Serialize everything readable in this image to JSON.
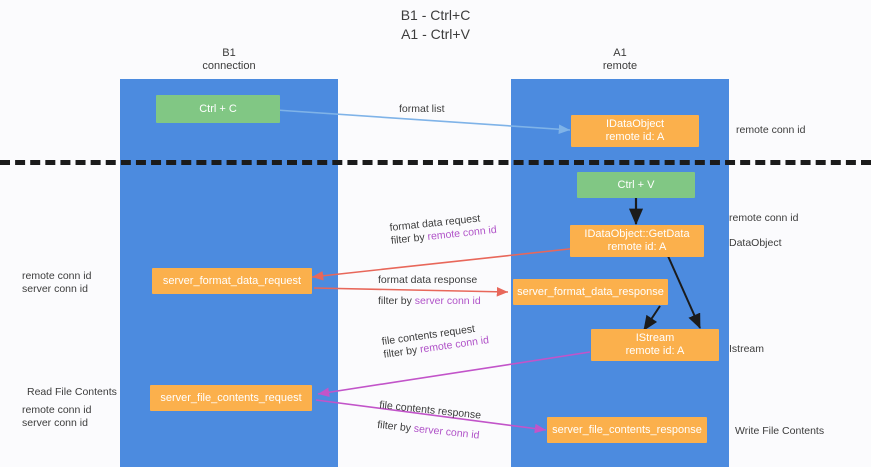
{
  "title": {
    "line1": "B1 - Ctrl+C",
    "line2": "A1 - Ctrl+V"
  },
  "lanes": [
    {
      "name": "B1",
      "role": "connection"
    },
    {
      "name": "A1",
      "role": "remote"
    }
  ],
  "boxes": {
    "ctrl_c": {
      "label": "Ctrl + C"
    },
    "ctrl_v": {
      "label": "Ctrl + V"
    },
    "idataobject": {
      "line1": "IDataObject",
      "line2": "remote id: A"
    },
    "getdata": {
      "line1": "IDataObject::GetData",
      "line2": "remote id: A"
    },
    "istream": {
      "line1": "IStream",
      "line2": "remote id: A"
    },
    "server_format_data_request": {
      "label": "server_format_data_request"
    },
    "server_format_data_response": {
      "label": "server_format_data_response"
    },
    "server_file_contents_request": {
      "label": "server_file_contents_request"
    },
    "server_file_contents_response": {
      "label": "server_file_contents_response"
    }
  },
  "edges": {
    "format_list": {
      "label": "format list"
    },
    "format_data_request": {
      "label": "format data request",
      "filter_prefix": "filter by ",
      "filter_key": "remote conn id"
    },
    "format_data_response": {
      "label": "format data response",
      "filter_prefix": "filter by ",
      "filter_key": "server conn id"
    },
    "file_contents_request": {
      "label": "file contents request",
      "filter_prefix": "filter by ",
      "filter_key": "remote conn id"
    },
    "file_contents_response": {
      "label": "file contents response",
      "filter_prefix": "filter by ",
      "filter_key": "server conn id"
    }
  },
  "annotations": {
    "right_remote_conn_top": "remote conn id",
    "right_remote_conn_mid": "remote conn id",
    "right_dataobject": "DataObject",
    "right_istream": "Istream",
    "right_write_file_contents": "Write File Contents",
    "left_remote_conn_id": "remote conn id",
    "left_server_conn_id": "server conn id",
    "left_read_file_contents": "Read File Contents",
    "left_remote_conn_id2": "remote conn id",
    "left_server_conn_id2": "server conn id"
  },
  "colors": {
    "lane": "#4c8bdf",
    "green_box": "#81c784",
    "orange_box": "#fbb04c",
    "purple_text": "#b052c8",
    "green_text": "#6aa84f",
    "arrow_blue": "#7fb3e8",
    "arrow_red": "#e8675a",
    "arrow_magenta": "#c254c9",
    "arrow_black": "#1b1b1b",
    "divider": "#1b1b1b",
    "background": "#fbfbfd"
  }
}
